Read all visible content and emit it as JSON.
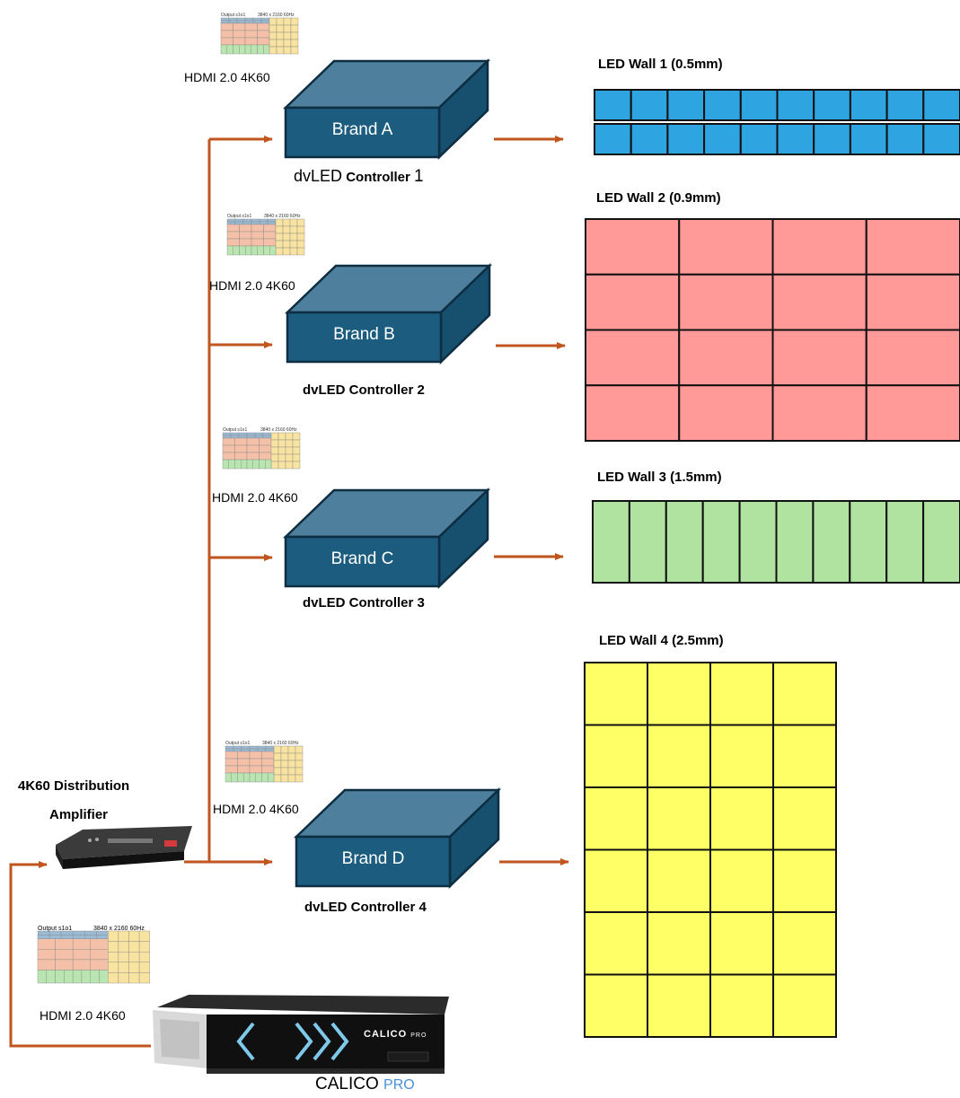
{
  "colors": {
    "arrow": "#c0561e",
    "box_front": "#1b5c7f",
    "box_top": "#4e7f9c",
    "box_side": "#174f6e",
    "wall1": "#2ea5e0",
    "wall2": "#ff9a98",
    "wall3": "#b0e3a0",
    "wall4": "#ffff66",
    "calico_accent": "#4a90d9"
  },
  "signal_thumbnail": {
    "left_caption": "Output s1o1",
    "right_caption": "3840 x 2160 60Hz"
  },
  "hdmi_label": "HDMI 2.0 4K60",
  "controllers": [
    {
      "brand": "Brand A",
      "title_main": "dvLED",
      "title_rest": " Controller",
      "title_num": "1"
    },
    {
      "brand": "Brand B",
      "title": "dvLED Controller 2"
    },
    {
      "brand": "Brand C",
      "title": "dvLED Controller 3"
    },
    {
      "brand": "Brand D",
      "title": "dvLED Controller 4"
    }
  ],
  "walls": [
    {
      "title": "LED Wall 1 (0.5mm)",
      "cols": 10,
      "rows": 2
    },
    {
      "title": "LED Wall 2 (0.9mm)",
      "cols": 4,
      "rows": 4
    },
    {
      "title": "LED Wall 3 (1.5mm)",
      "cols": 10,
      "rows": 1
    },
    {
      "title": "LED Wall 4 (2.5mm)",
      "cols": 4,
      "rows": 6
    }
  ],
  "amplifier": {
    "title_line1": "4K60 Distribution",
    "title_line2": "Amplifier"
  },
  "source": {
    "name_main": "CALICO",
    "name_accent": "PRO",
    "panel_text": "CALICO",
    "panel_text_small": "PRO"
  }
}
